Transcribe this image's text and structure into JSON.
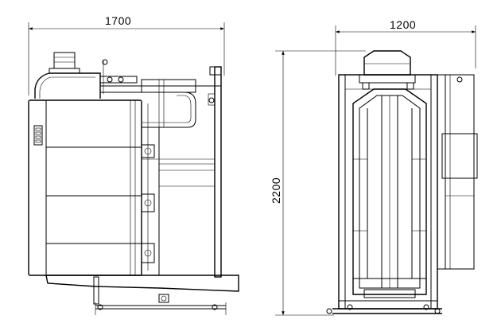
{
  "dimensions": {
    "side_width": "1700",
    "front_width": "1200",
    "height": "2200"
  }
}
